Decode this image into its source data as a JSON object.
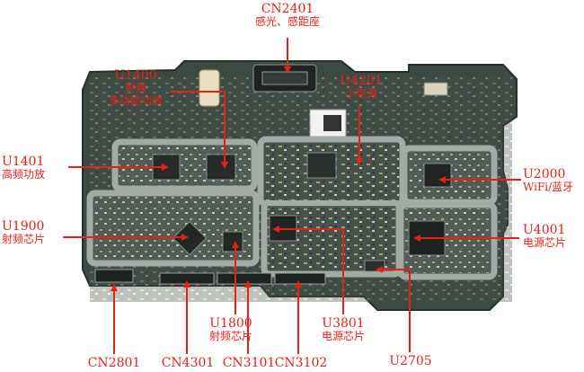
{
  "labels": {
    "cn2401": {
      "code": "CN2401",
      "desc": "感光、感距座"
    },
    "u1400": {
      "code": "U1400",
      "desc1": "射频",
      "desc2": "多功能功放"
    },
    "u4201": {
      "code": "U4201",
      "desc": "小电源"
    },
    "u1401": {
      "code": "U1401",
      "desc": "高频功放"
    },
    "u2000": {
      "code": "U2000",
      "desc": "WiFi/蓝牙"
    },
    "u1900": {
      "code": "U1900",
      "desc": "射频芯片"
    },
    "u4001": {
      "code": "U4001",
      "desc": "电源芯片"
    },
    "u1800": {
      "code": "U1800",
      "desc": "射频芯片"
    },
    "u3801": {
      "code": "U3801",
      "desc": "电源芯片"
    },
    "cn2801": {
      "code": "CN2801"
    },
    "cn4301": {
      "code": "CN4301"
    },
    "cn3101": {
      "code": "CN3101"
    },
    "cn3102": {
      "code": "CN3102"
    },
    "u2705": {
      "code": "U2705"
    }
  },
  "colors": {
    "annotation": "#e8201a",
    "pcb": "#3d4a44",
    "shield": "#8c948f"
  }
}
